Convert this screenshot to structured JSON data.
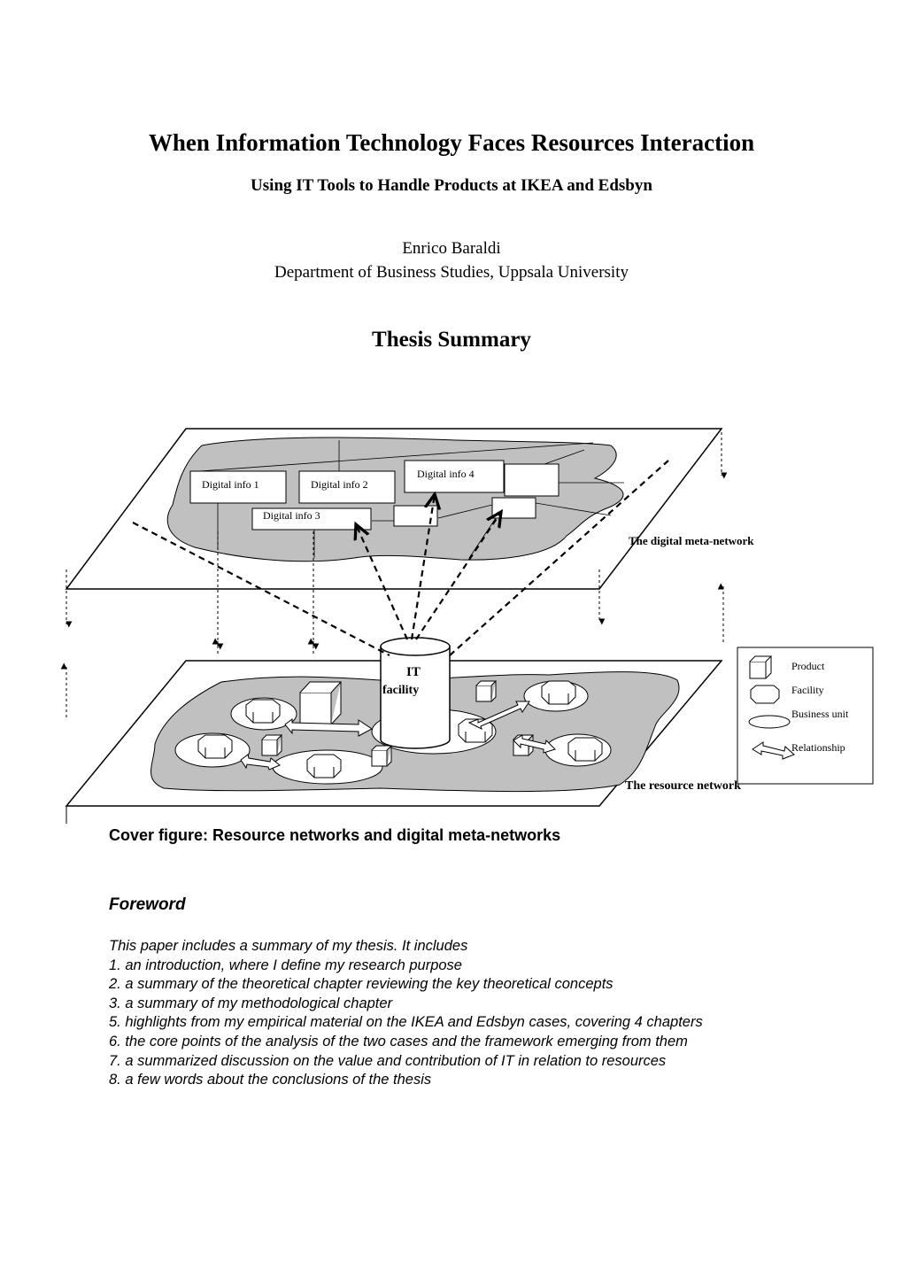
{
  "header": {
    "title": "When Information Technology Faces Resources Interaction",
    "subtitle": "Using IT Tools to Handle Products at IKEA and Edsbyn",
    "author": "Enrico Baraldi",
    "affiliation": "Department of Business Studies, Uppsala University",
    "section_heading": "Thesis Summary"
  },
  "figure": {
    "digital_boxes": [
      "Digital info 1",
      "Digital info 2",
      "Digital info 3",
      "Digital info 4"
    ],
    "it_label_line1": "IT",
    "it_label_line2": "facility",
    "digital_network_label": "The digital meta-network",
    "resource_network_label": "The resource network",
    "legend": {
      "product": "Product",
      "facility": "Facility",
      "business_unit": "Business unit",
      "relationship": "Relationship"
    },
    "caption": "Cover figure: Resource networks and digital meta-networks"
  },
  "foreword": {
    "heading": "Foreword",
    "lines": [
      "This paper includes a summary of my thesis. It includes",
      "1. an introduction, where I define my research purpose",
      "2. a summary of the theoretical chapter reviewing the key theoretical concepts",
      "3. a summary of my methodological chapter",
      "5. highlights from my empirical material on the IKEA and Edsbyn cases, covering 4 chapters",
      "6. the core points of the analysis of the two cases and the framework emerging from them",
      "7. a summarized discussion on the value and contribution of IT in relation to resources",
      "8. a few words about the conclusions of the thesis"
    ]
  }
}
